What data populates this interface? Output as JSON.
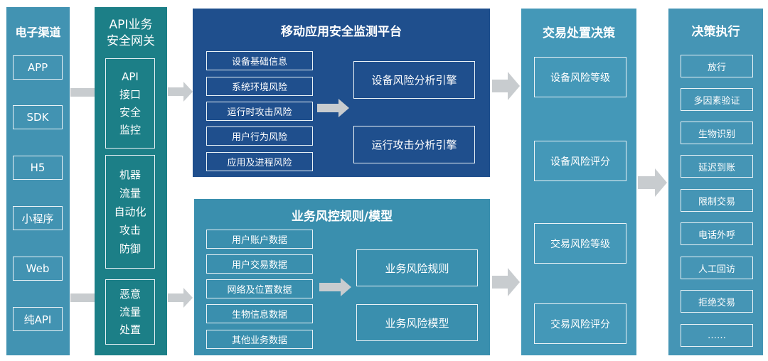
{
  "colors": {
    "channel_bg": "#4293b2",
    "gateway_bg": "#1c7f87",
    "mobile_bg": "#1f4f8d",
    "rules_bg": "#3a8fae",
    "decision_bg": "#4498b8",
    "execution_bg": "#4595b5",
    "arrow": "#c8cccf"
  },
  "channels": {
    "title": "电子渠道",
    "items": [
      "APP",
      "SDK",
      "H5",
      "小程序",
      "Web",
      "纯API"
    ]
  },
  "gateway": {
    "title_line1": "API业务",
    "title_line2": "安全网关",
    "boxes": [
      {
        "lines": [
          "API",
          "接口",
          "安全",
          "监控"
        ]
      },
      {
        "lines": [
          "机器",
          "流量",
          "自动化",
          "攻击",
          "防御"
        ]
      },
      {
        "lines": [
          "恶意",
          "流量",
          "处置"
        ]
      }
    ]
  },
  "mobile": {
    "title": "移动应用安全监测平台",
    "inputs": [
      "设备基础信息",
      "系统环境风险",
      "运行时攻击风险",
      "用户行为风险",
      "应用及进程风险"
    ],
    "engines": [
      "设备风险分析引擎",
      "运行攻击分析引擎"
    ]
  },
  "rules": {
    "title": "业务风控规则/模型",
    "inputs": [
      "用户账户数据",
      "用户交易数据",
      "网络及位置数据",
      "生物信息数据",
      "其他业务数据"
    ],
    "outputs": [
      "业务风险规则",
      "业务风险模型"
    ]
  },
  "decision": {
    "title": "交易处置决策",
    "items": [
      "设备风险等级",
      "设备风险评分",
      "交易风险等级",
      "交易风险评分"
    ]
  },
  "execution": {
    "title": "决策执行",
    "items": [
      "放行",
      "多因素验证",
      "生物识别",
      "延迟到账",
      "限制交易",
      "电话外呼",
      "人工回访",
      "拒绝交易",
      "……"
    ]
  }
}
